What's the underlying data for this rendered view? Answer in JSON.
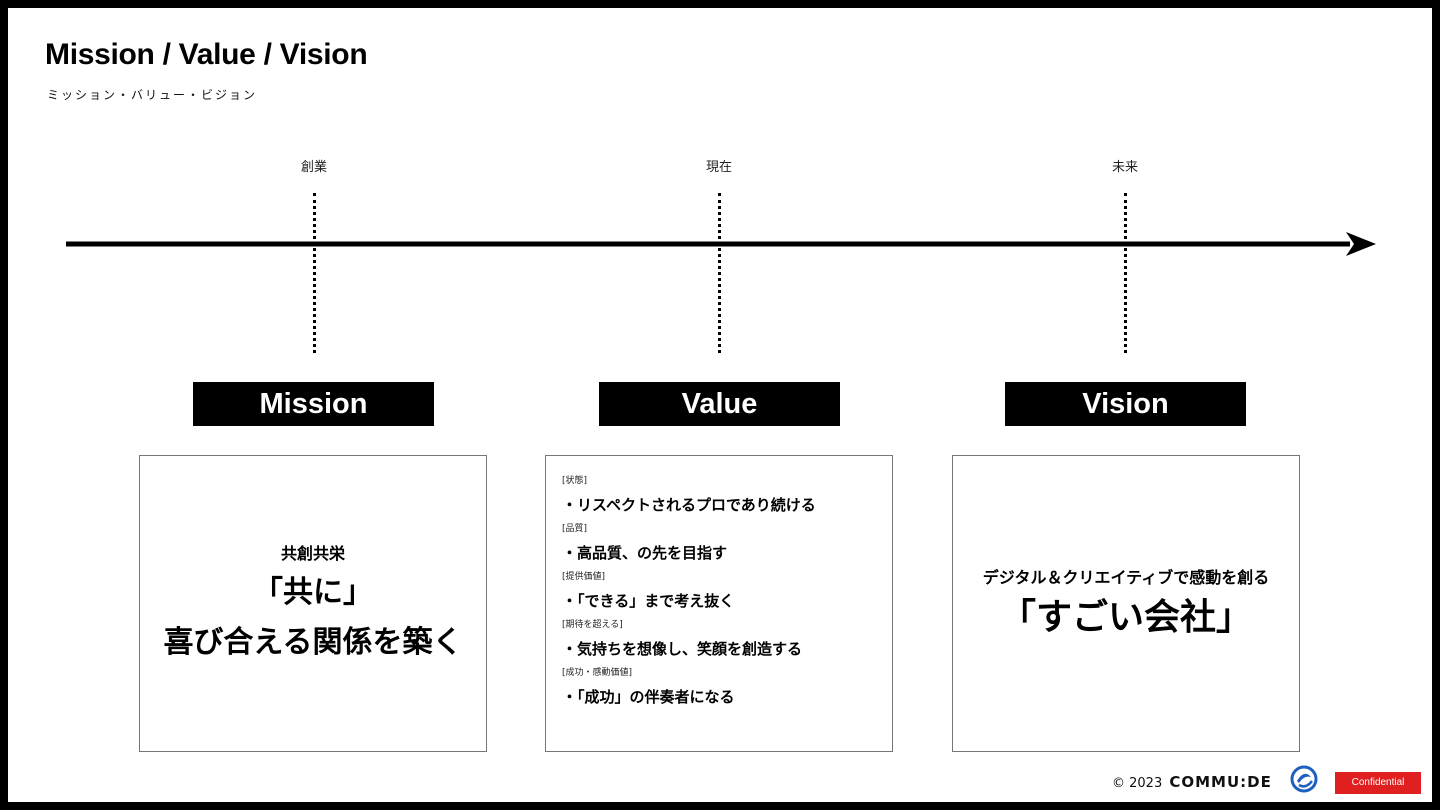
{
  "header": {
    "title": "Mission / Value / Vision",
    "subtitle": "ミッション・バリュー・ビジョン"
  },
  "timeline": {
    "periods": [
      "創業",
      "現在",
      "未来"
    ]
  },
  "mission": {
    "label": "Mission",
    "subtitle": "共創共栄",
    "line1": "「共に」",
    "line2": "喜び合える関係を築く"
  },
  "value": {
    "label": "Value",
    "items": [
      {
        "category": "[状態]",
        "text": "・リスペクトされるプロであり続ける"
      },
      {
        "category": "[品質]",
        "text": "・高品質、の先を目指す"
      },
      {
        "category": "[提供価値]",
        "text": "・「できる」まで考え抜く"
      },
      {
        "category": "[期待を超える]",
        "text": "・気持ちを想像し、笑顔を創造する"
      },
      {
        "category": "[成功・感動価値]",
        "text": "・「成功」の伴奏者になる"
      }
    ]
  },
  "vision": {
    "label": "Vision",
    "subtitle": "デジタル＆クリエイティブで感動を創る",
    "main": "「すごい会社」"
  },
  "footer": {
    "copyright": "© 2023",
    "brand": "COMMU:DE",
    "confidential": "Confidential",
    "brand_color": "#e02020",
    "logo_icon": "commude-logo-icon"
  }
}
